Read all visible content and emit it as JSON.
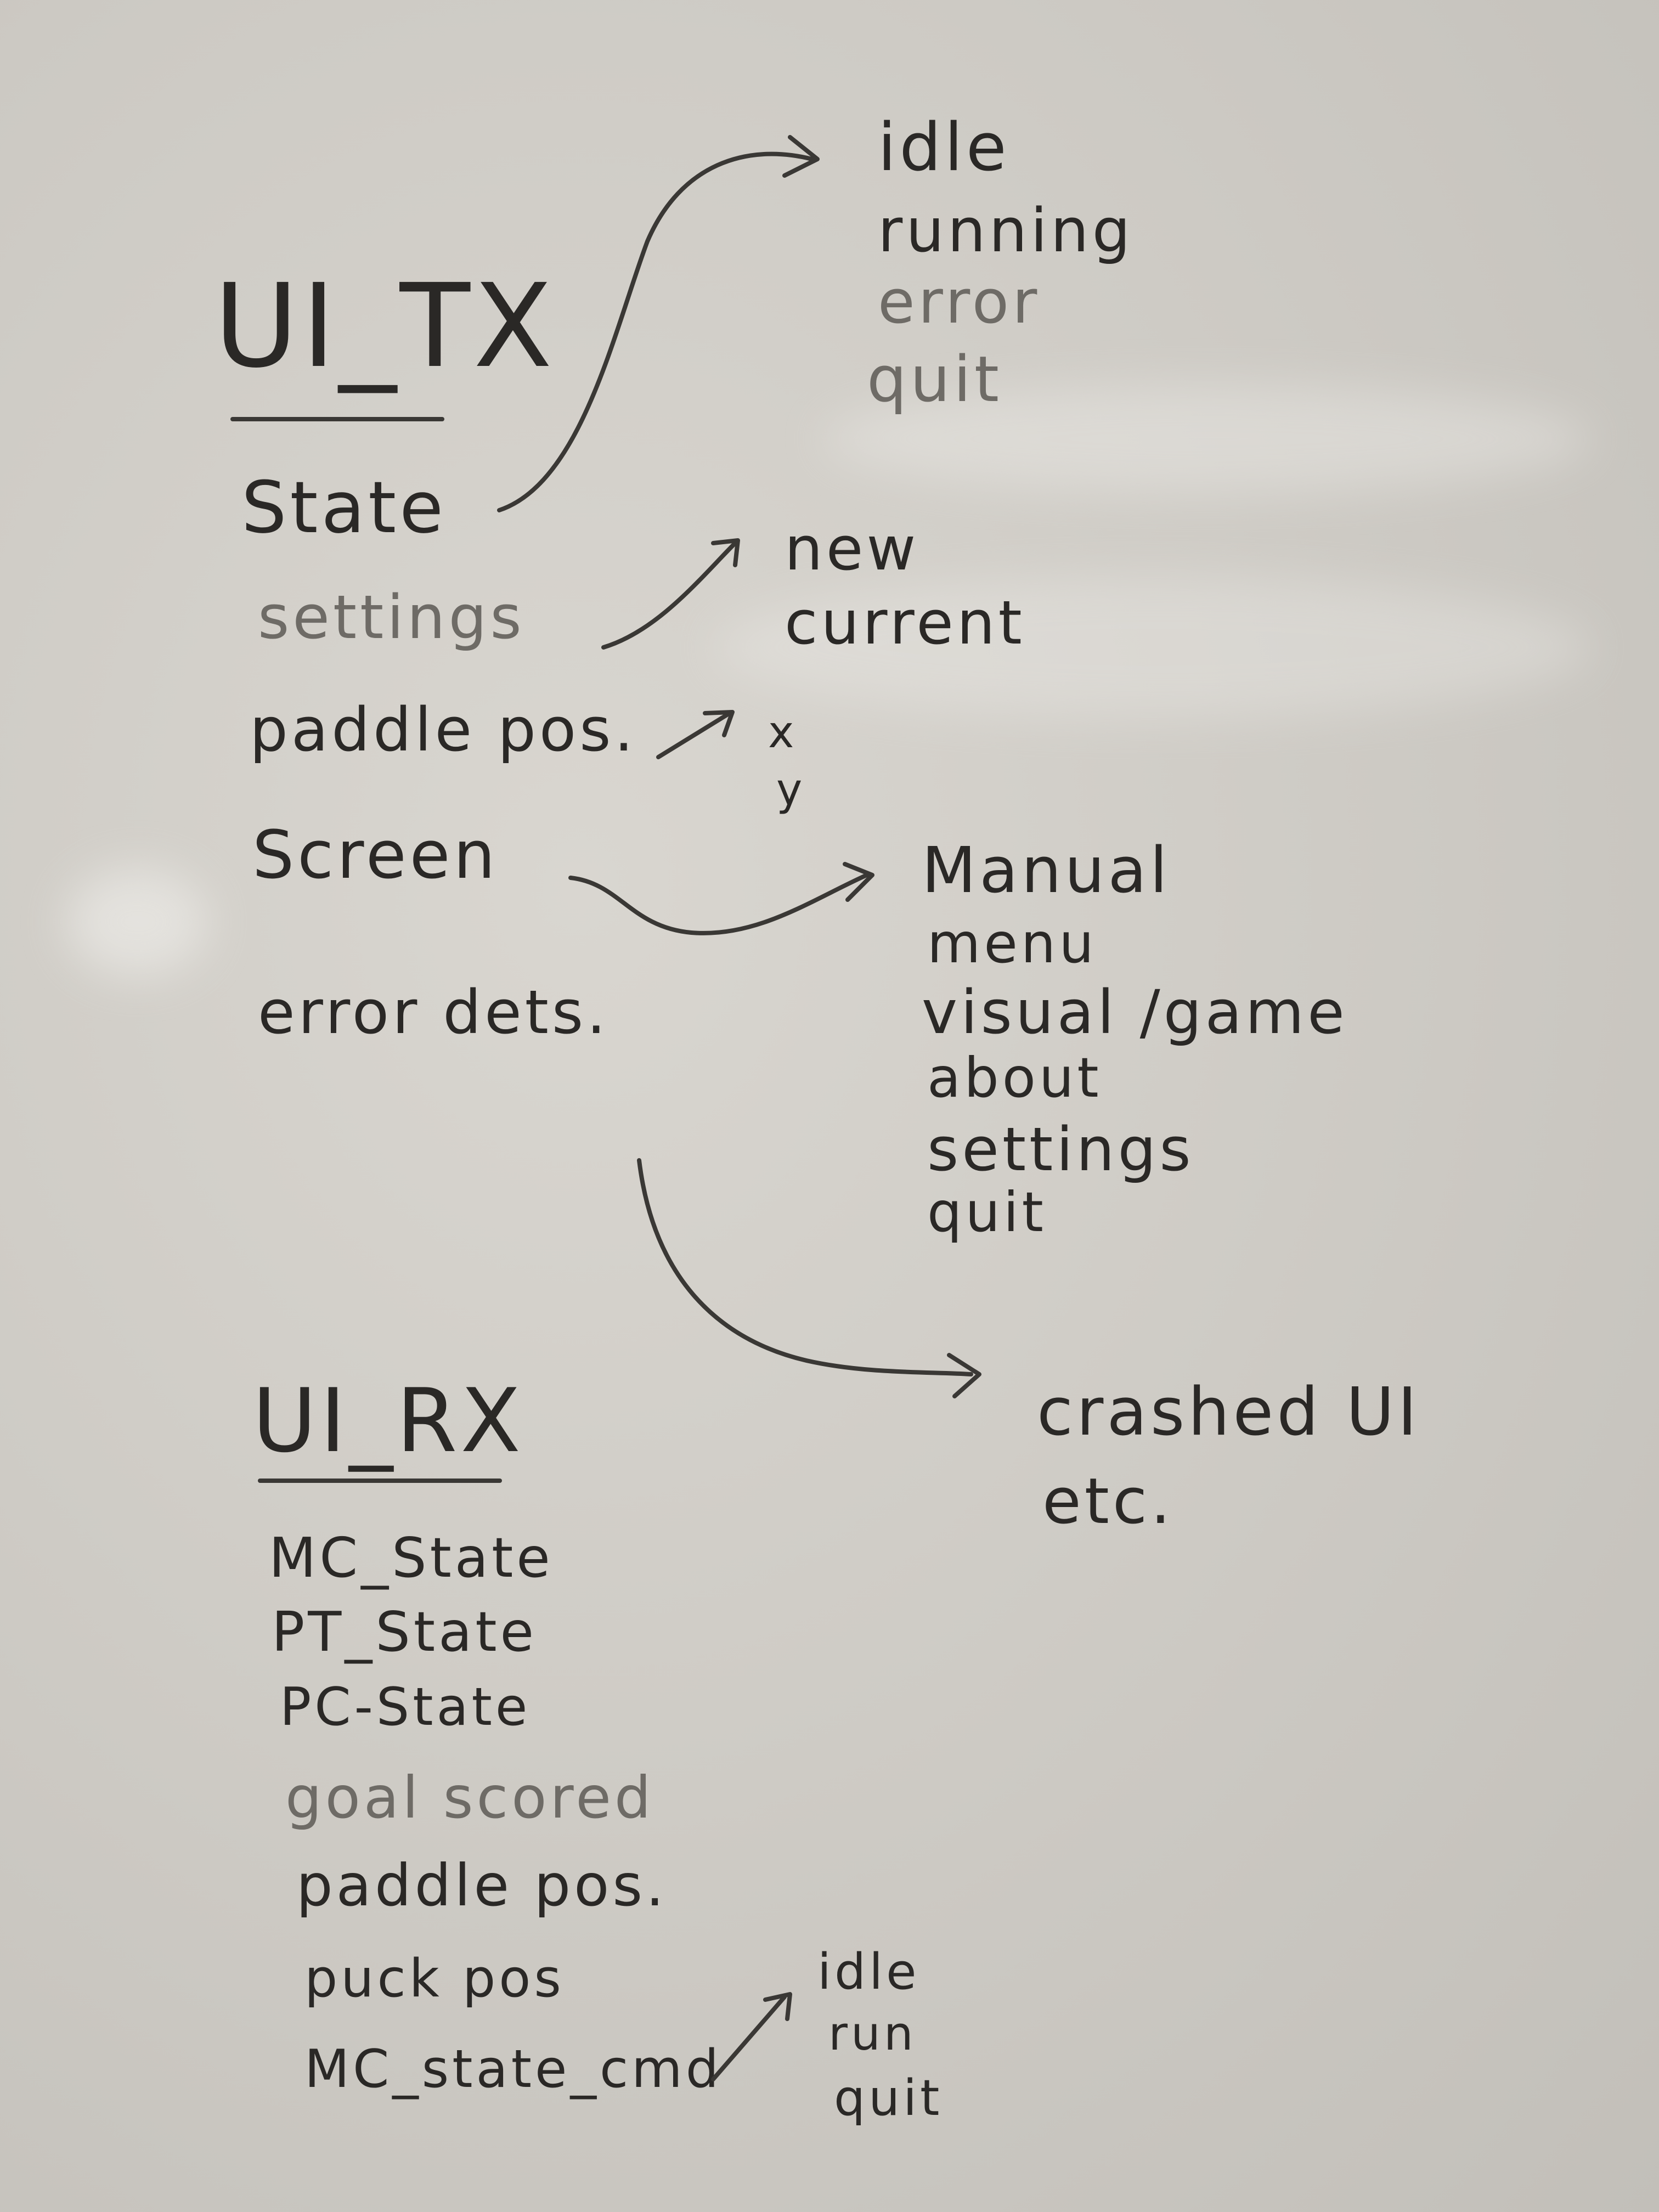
{
  "ui_tx": {
    "title": "UI_TX",
    "fields": [
      "State",
      "settings",
      "paddle pos.",
      "Screen",
      "error dets."
    ],
    "state_values": [
      "idle",
      "running",
      "error",
      "quit"
    ],
    "settings_values": [
      "new",
      "current"
    ],
    "paddle_values": [
      "x",
      "y"
    ],
    "screen_values": [
      "Manual",
      "menu",
      "visual /game",
      "about",
      "settings",
      "quit"
    ],
    "error_values": [
      "crashed UI",
      "etc."
    ]
  },
  "ui_rx": {
    "title": "UI_RX",
    "fields": [
      "MC_State",
      "PT_State",
      "PC-State",
      "goal scored",
      "paddle pos.",
      "puck pos",
      "MC_state_cmd"
    ],
    "cmd_values": [
      "idle",
      "run",
      "quit"
    ]
  }
}
